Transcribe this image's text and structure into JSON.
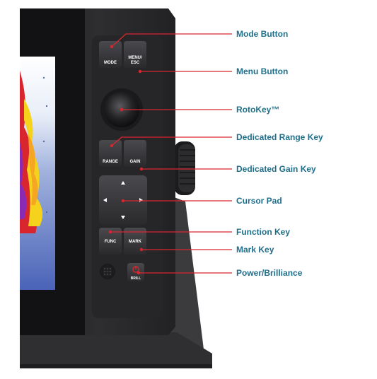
{
  "device": {
    "keys": {
      "mode": "MODE",
      "menu_line1": "MENU/",
      "menu_line2": "ESC",
      "range": "RANGE",
      "gain": "GAIN",
      "func": "FUNC",
      "mark": "MARK",
      "brill": "BRILL"
    }
  },
  "callouts": [
    {
      "id": "mode",
      "label": "Mode Button"
    },
    {
      "id": "menu",
      "label": "Menu Button"
    },
    {
      "id": "rotokey",
      "label": "RotoKey™"
    },
    {
      "id": "range",
      "label": "Dedicated Range Key"
    },
    {
      "id": "gain",
      "label": "Dedicated Gain Key"
    },
    {
      "id": "cursor",
      "label": "Cursor Pad"
    },
    {
      "id": "function",
      "label": "Function Key"
    },
    {
      "id": "mark",
      "label": "Mark Key"
    },
    {
      "id": "power",
      "label": "Power/Brilliance"
    }
  ],
  "colors": {
    "callout_text": "#1f6f8b",
    "leader_line": "#d9262e",
    "bezel": "#2b2b2e",
    "key_face": "#3a3a3d"
  }
}
